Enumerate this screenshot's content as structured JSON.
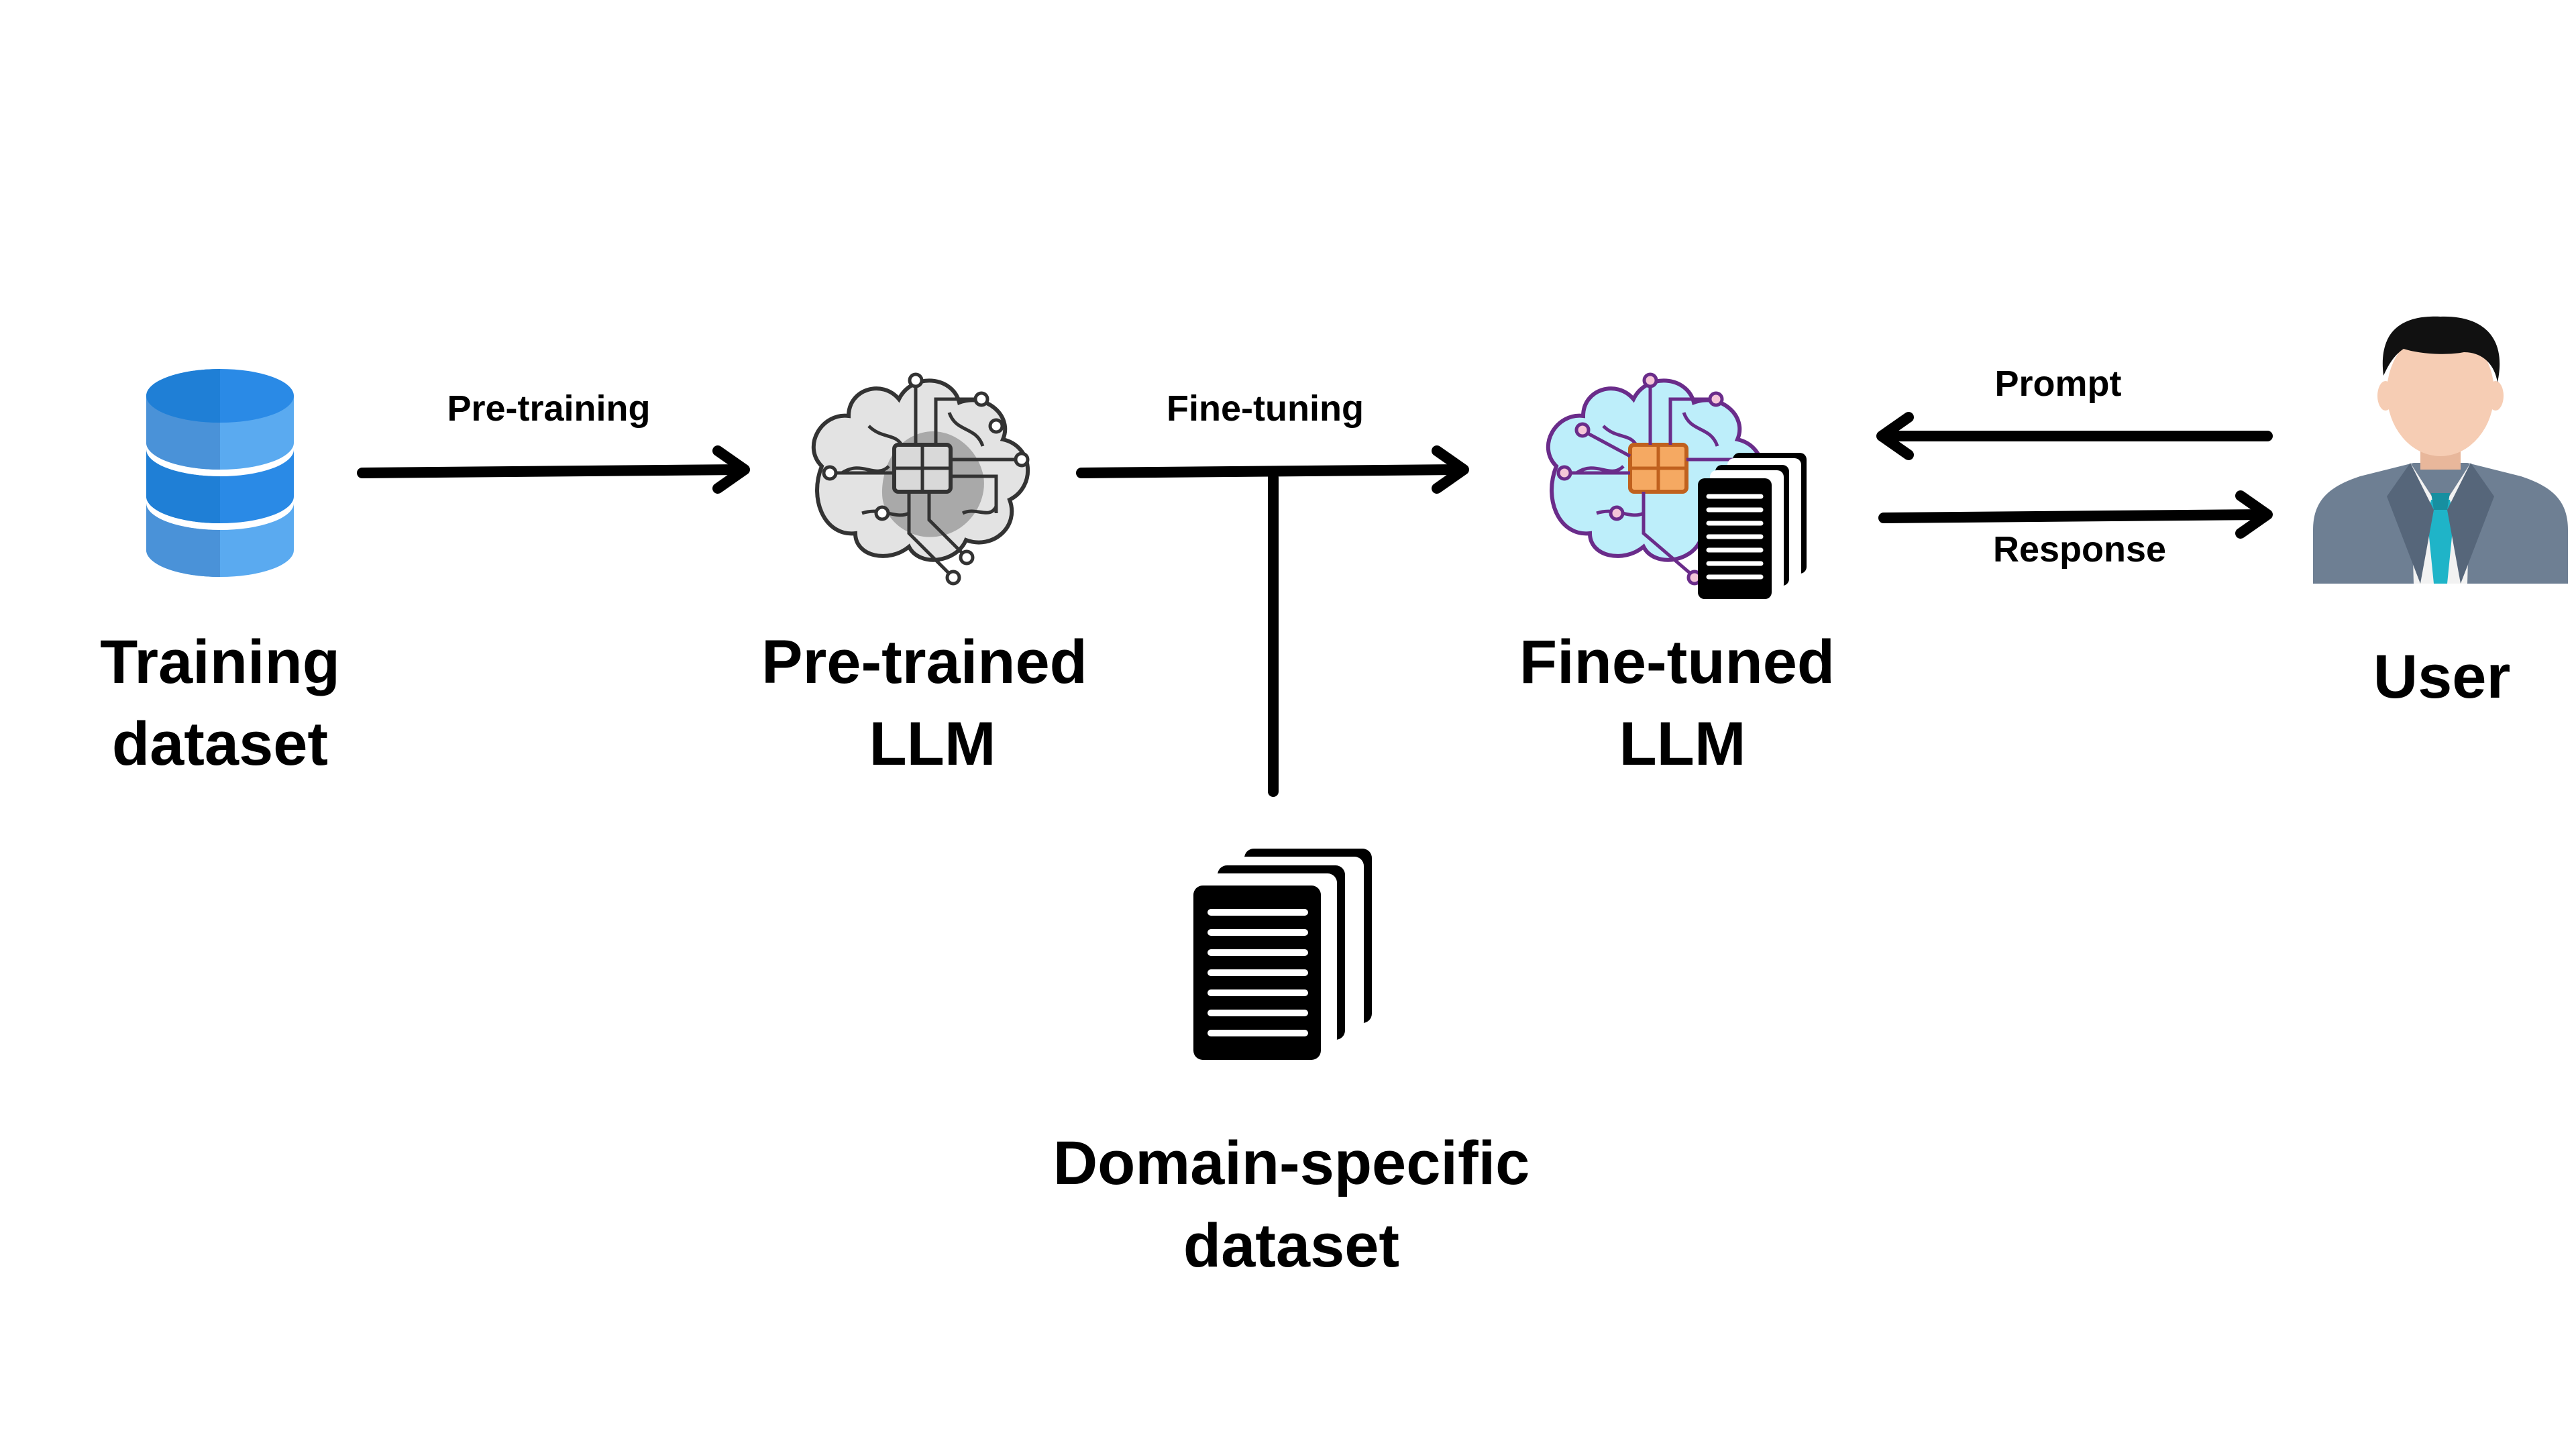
{
  "nodes": {
    "training_dataset": {
      "line1": "Training",
      "line2": "dataset",
      "icon": "database-icon"
    },
    "pretrained_llm": {
      "line1": "Pre-trained",
      "line2": "LLM",
      "icon": "brain-circuit-icon"
    },
    "finetuned_llm": {
      "line1": "Fine-tuned",
      "line2": "LLM",
      "icon": "brain-circuit-documents-icon"
    },
    "user": {
      "label": "User",
      "icon": "user-avatar-icon"
    },
    "domain_dataset": {
      "line1": "Domain-specific",
      "line2": "dataset",
      "icon": "documents-icon"
    }
  },
  "edges": {
    "pretraining": "Pre-training",
    "finetuning": "Fine-tuning",
    "prompt": "Prompt",
    "response": "Response"
  },
  "colors": {
    "database_dark": "#1f7fd6",
    "database_light": "#5aaaf0",
    "brain_gray": "#bdbdbd",
    "brain_cyan": "#bdeefa",
    "chip_orange": "#f5a962",
    "circuit_purple": "#6a2c8a",
    "suit_gray": "#6e7f93",
    "tie_teal": "#1fb4c8",
    "skin": "#f6cdb4"
  }
}
